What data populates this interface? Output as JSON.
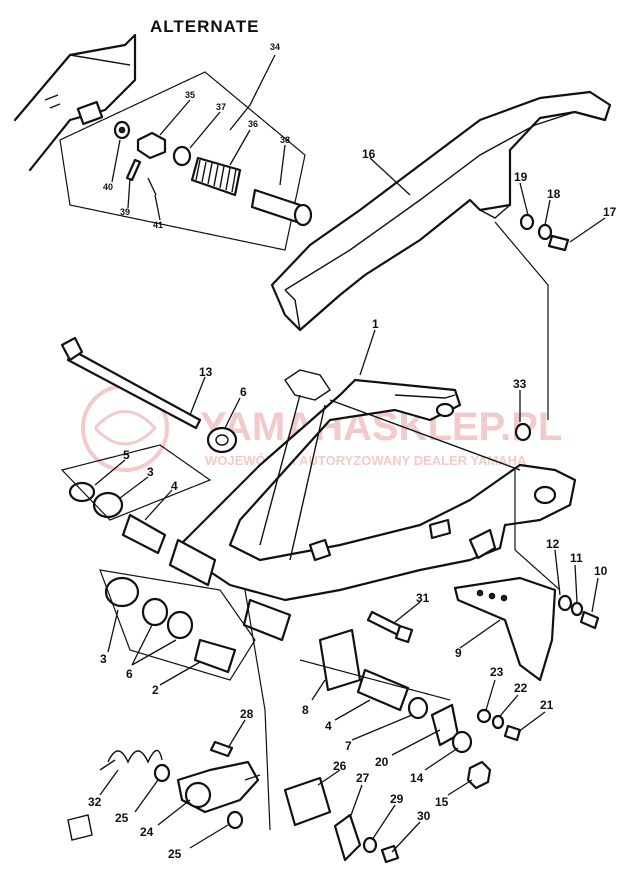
{
  "header": {
    "title": "ALTERNATE"
  },
  "watermark": {
    "line1": "YAMAHASKLEP.PL",
    "line2": "WOJEWÓDZKI AUTORYZOWANY DEALER YAMAHA",
    "color": "#e8a0a0"
  },
  "callouts": {
    "c1": "1",
    "c2": "2",
    "c3a": "3",
    "c3b": "3",
    "c4a": "4",
    "c4b": "4",
    "c5": "5",
    "c6a": "6",
    "c6b": "6",
    "c7": "7",
    "c8": "8",
    "c9": "9",
    "c10": "10",
    "c11": "11",
    "c12": "12",
    "c13": "13",
    "c14": "14",
    "c15": "15",
    "c16": "16",
    "c17": "17",
    "c18": "18",
    "c19": "19",
    "c20": "20",
    "c21": "21",
    "c22": "22",
    "c23": "23",
    "c24": "24",
    "c25a": "25",
    "c25b": "25",
    "c26": "26",
    "c27": "27",
    "c28": "28",
    "c29": "29",
    "c30": "30",
    "c31": "31",
    "c32": "32",
    "c33": "33",
    "c34": "34",
    "c35": "35",
    "c36": "36",
    "c37": "37",
    "c38": "38",
    "c39": "39",
    "c40": "40",
    "c41": "41"
  }
}
